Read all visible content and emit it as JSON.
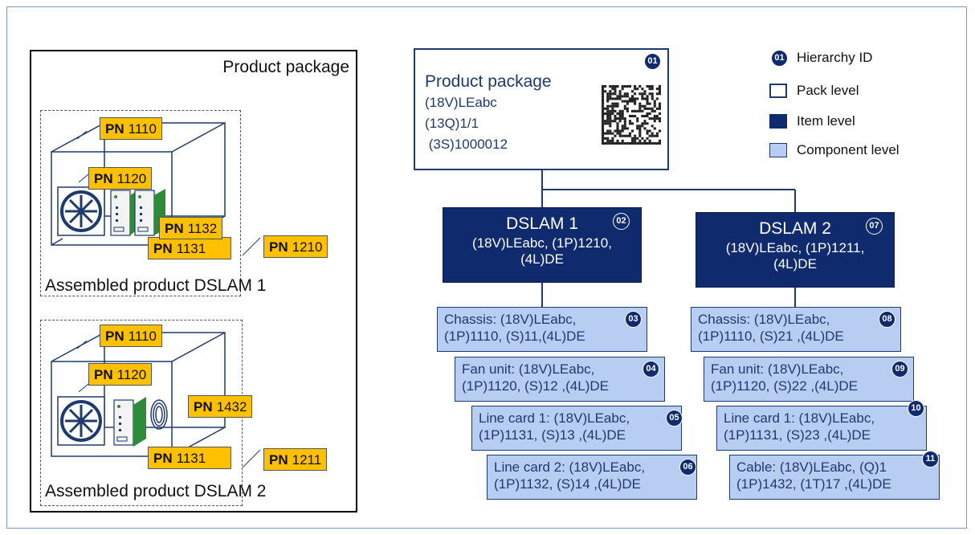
{
  "package_panel": {
    "title": "Product package",
    "dslam1_label": "Assembled product DSLAM 1",
    "dslam2_label": "Assembled product DSLAM 2",
    "pn_prefix": "PN",
    "dslam1_parts": {
      "chassis": "1110",
      "fan": "1120",
      "card2": "1132",
      "card1": "1131",
      "product": "1210"
    },
    "dslam2_parts": {
      "chassis": "1110",
      "fan": "1120",
      "cable": "1432",
      "card1": "1131",
      "product": "1211"
    }
  },
  "hierarchy": {
    "root": {
      "id": "01",
      "title": "Product package",
      "lines": [
        "(18V)LEabc",
        "(13Q)1/1",
        " (3S)1000012"
      ]
    },
    "dslam1": {
      "id": "02",
      "title": "DSLAM 1",
      "line1": "(18V)LEabc, (1P)1210,",
      "line2": "(4L)DE",
      "components": [
        {
          "id": "03",
          "line1": "Chassis: (18V)LEabc,",
          "line2": "(1P)1110, (S)11,(4L)DE"
        },
        {
          "id": "04",
          "line1": "Fan unit: (18V)LEabc,",
          "line2": "(1P)1120, (S)12 ,(4L)DE"
        },
        {
          "id": "05",
          "line1": "Line card 1: (18V)LEabc,",
          "line2": "(1P)1131, (S)13 ,(4L)DE"
        },
        {
          "id": "06",
          "line1": "Line card 2: (18V)LEabc,",
          "line2": "(1P)1132, (S)14 ,(4L)DE"
        }
      ]
    },
    "dslam2": {
      "id": "07",
      "title": "DSLAM 2",
      "line1": "(18V)LEabc, (1P)1211,",
      "line2": "(4L)DE",
      "components": [
        {
          "id": "08",
          "line1": "Chassis: (18V)LEabc,",
          "line2": "(1P)1110, (S)21 ,(4L)DE"
        },
        {
          "id": "09",
          "line1": "Fan unit: (18V)LEabc,",
          "line2": "(1P)1120, (S)22 ,(4L)DE"
        },
        {
          "id": "10",
          "line1": "Line card 1: (18V)LEabc,",
          "line2": "(1P)1131, (S)23 ,(4L)DE"
        },
        {
          "id": "11",
          "line1": "Cable: (18V)LEabc, (Q)1",
          "line2": "(1P)1432, (1T)17 ,(4L)DE"
        }
      ]
    }
  },
  "legend": {
    "badge": "01",
    "hierarchy_id": "Hierarchy ID",
    "pack_level": "Pack level",
    "item_level": "Item level",
    "component_level": "Component level"
  },
  "colors": {
    "navy": "#0f2b6e",
    "light_blue": "#b7cdf2",
    "pn_label": "#ffc000",
    "line_card_green": "#2e8b3a"
  }
}
